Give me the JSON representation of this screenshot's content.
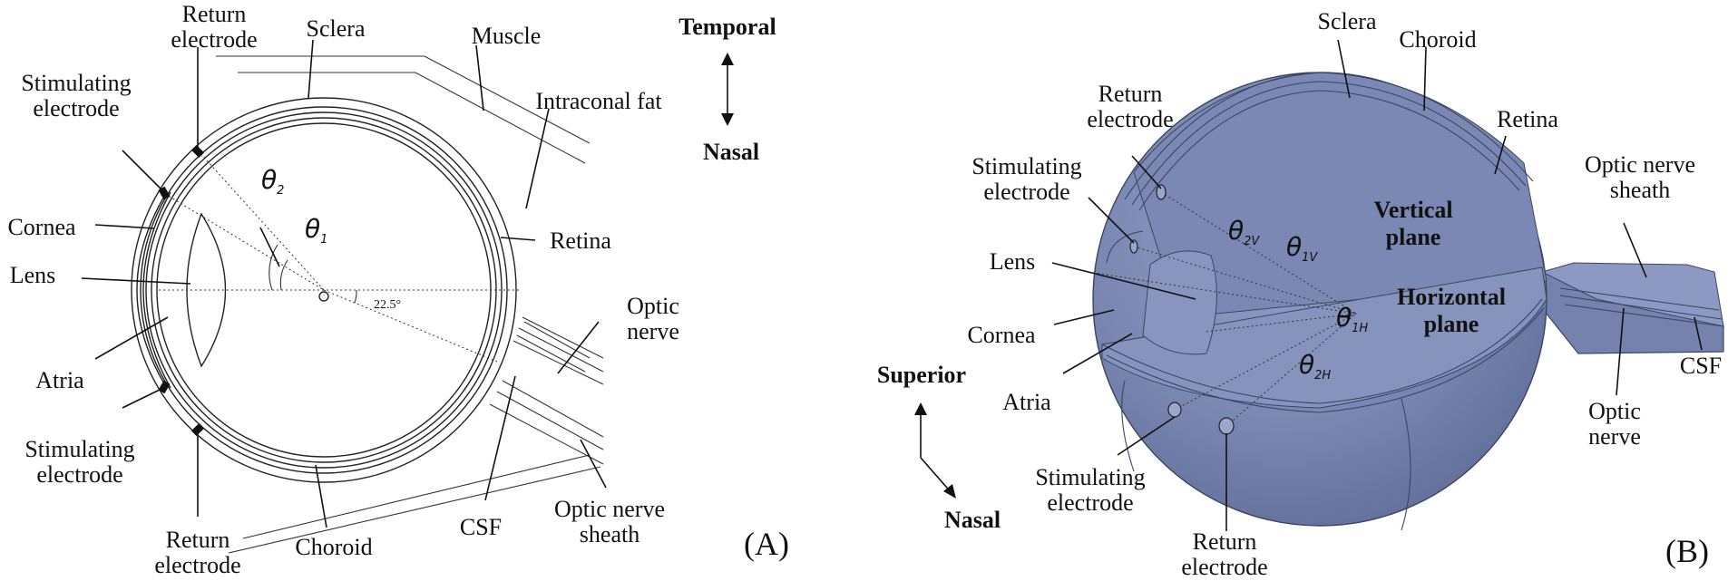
{
  "panel_a": {
    "id": "(A)",
    "labels": {
      "return_electrode_top": [
        "Return",
        "electrode"
      ],
      "sclera": "Sclera",
      "muscle": "Muscle",
      "stimulating_electrode_top": [
        "Stimulating",
        "electrode"
      ],
      "intraconal_fat": "Intraconal fat",
      "cornea": "Cornea",
      "retina": "Retina",
      "lens": "Lens",
      "optic_nerve": [
        "Optic",
        "nerve"
      ],
      "atria": "Atria",
      "stimulating_electrode_bottom": [
        "Stimulating",
        "electrode"
      ],
      "return_electrode_bottom": [
        "Return",
        "electrode"
      ],
      "choroid": "Choroid",
      "csf": "CSF",
      "optic_nerve_sheath": [
        "Optic nerve",
        "sheath"
      ],
      "angle_value": "22.5°"
    },
    "angles": [
      {
        "symbol": "θ",
        "sub": "2"
      },
      {
        "symbol": "θ",
        "sub": "1"
      }
    ],
    "orientation": {
      "up": "Temporal",
      "down": "Nasal"
    }
  },
  "panel_b": {
    "id": "(B)",
    "labels": {
      "sclera": "Sclera",
      "choroid": "Choroid",
      "return_electrode_top": [
        "Return",
        "electrode"
      ],
      "retina": "Retina",
      "stimulating_electrode_top": [
        "Stimulating",
        "electrode"
      ],
      "optic_nerve_sheath": [
        "Optic nerve",
        "sheath"
      ],
      "lens": "Lens",
      "vertical_plane": [
        "Vertical",
        "plane"
      ],
      "horizontal_plane": [
        "Horizontal",
        "plane"
      ],
      "cornea": "Cornea",
      "atria": "Atria",
      "stimulating_electrode_bottom": [
        "Stimulating",
        "electrode"
      ],
      "return_electrode_bottom": [
        "Return",
        "electrode"
      ],
      "optic_nerve": [
        "Optic",
        "nerve"
      ],
      "csf": "CSF"
    },
    "angles": [
      {
        "symbol": "θ",
        "sub": "2V"
      },
      {
        "symbol": "θ",
        "sub": "1V"
      },
      {
        "symbol": "θ",
        "sub": "1H"
      },
      {
        "symbol": "θ",
        "sub": "2H"
      }
    ],
    "orientation": {
      "up": "Superior",
      "down": "Nasal"
    },
    "colors": {
      "globe": "#7583ad",
      "globe_light": "#8e9bc4",
      "globe_dark": "#5b6891"
    }
  }
}
